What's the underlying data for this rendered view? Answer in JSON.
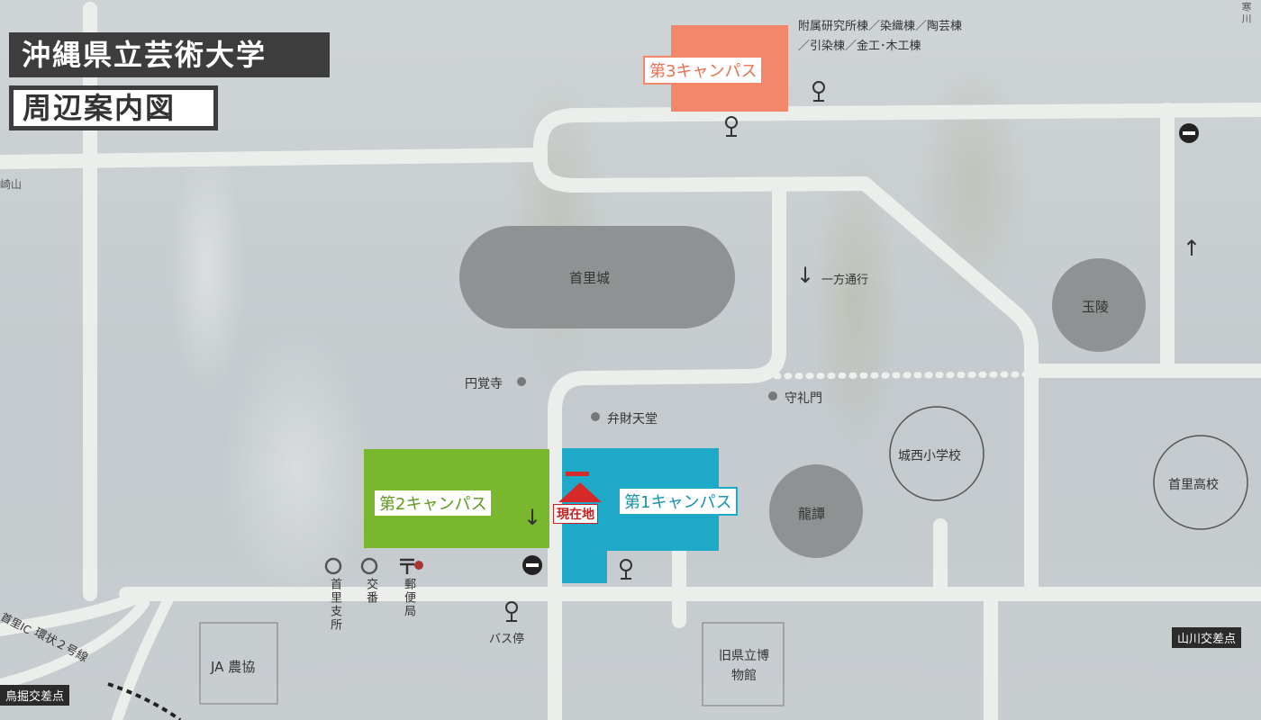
{
  "title": {
    "line1": "沖縄県立芸術大学",
    "line2": "周辺案内図"
  },
  "campuses": {
    "third": {
      "label": "第3キャンパス",
      "color": "#f2876b"
    },
    "second": {
      "label": "第2キャンパス",
      "color": "#79b72e"
    },
    "first": {
      "label": "第1キャンパス",
      "color": "#1ea9c9"
    }
  },
  "third_campus_buildings": {
    "line1": "附属研究所棟／染織棟／陶芸棟",
    "line2": "／引染棟／金工･木工棟"
  },
  "current_location": "現在地",
  "landmarks": {
    "shurijo": "首里城",
    "gyokuryo": "玉陵",
    "ryutan": "龍譚",
    "jousei_school": "城西小学校",
    "shuri_high": "首里高校",
    "enkakuji": "円覚寺",
    "benzaitendo": "弁財天堂",
    "shureimon": "守礼門",
    "ja": "JA 農協",
    "museum": "旧県立博物館",
    "shuri_branch": "首里支所",
    "police_box": "交番",
    "post_office": "郵便局",
    "bus_stop": "バス停"
  },
  "one_way": "一方通行",
  "intersections": {
    "yamakawa": "山川交差点",
    "torihori": "鳥掘交差点"
  },
  "roads": {
    "ring2": "環状２号線",
    "ic": "首里IC",
    "edge_left": "崎山",
    "edge_right": "寒川"
  },
  "colors": {
    "road": "#e9ebe9",
    "landmark_gray": "#8f9293",
    "current_red": "#d62a2a"
  },
  "icons": [
    "bus-stop-icon",
    "no-entry-icon",
    "post-office-icon",
    "arrow-down-icon",
    "arrow-up-icon"
  ]
}
